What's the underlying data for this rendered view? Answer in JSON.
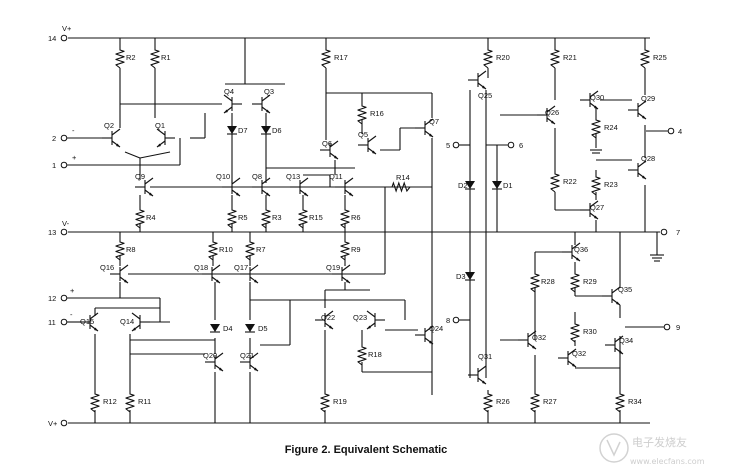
{
  "figure": {
    "caption": "Figure 2. Equivalent Schematic"
  },
  "pins": [
    {
      "num": "14",
      "name": "V+"
    },
    {
      "num": "2",
      "name": "-"
    },
    {
      "num": "1",
      "name": "+"
    },
    {
      "num": "13",
      "name": "V-"
    },
    {
      "num": "12",
      "name": "+"
    },
    {
      "num": "11",
      "name": "-"
    },
    {
      "num": "V+",
      "name": ""
    },
    {
      "num": "4",
      "name": ""
    },
    {
      "num": "7",
      "name": ""
    },
    {
      "num": "9",
      "name": ""
    },
    {
      "num": "5",
      "name": ""
    },
    {
      "num": "6",
      "name": ""
    },
    {
      "num": "8",
      "name": ""
    }
  ],
  "resistors": [
    "R1",
    "R2",
    "R3",
    "R4",
    "R5",
    "R6",
    "R7",
    "R8",
    "R9",
    "R10",
    "R11",
    "R12",
    "R14",
    "R15",
    "R16",
    "R17",
    "R18",
    "R19",
    "R20",
    "R21",
    "R22",
    "R23",
    "R24",
    "R25",
    "R26",
    "R27",
    "R28",
    "R29",
    "R30",
    "R34"
  ],
  "transistors": [
    "Q1",
    "Q2",
    "Q3",
    "Q4",
    "Q5",
    "Q6",
    "Q7",
    "Q8",
    "Q9",
    "Q10",
    "Q11",
    "Q13",
    "Q14",
    "Q15",
    "Q16",
    "Q17",
    "Q18",
    "Q19",
    "Q20",
    "Q21",
    "Q22",
    "Q23",
    "Q24",
    "Q25",
    "Q26",
    "Q27",
    "Q28",
    "Q29",
    "Q30",
    "Q31",
    "Q32",
    "Q32",
    "Q34",
    "Q35",
    "Q36"
  ],
  "diodes": [
    "D1",
    "D2",
    "D3",
    "D4",
    "D5",
    "D6",
    "D7"
  ],
  "watermark": "电子发烧友",
  "watermark_url": "www.elecfans.com"
}
